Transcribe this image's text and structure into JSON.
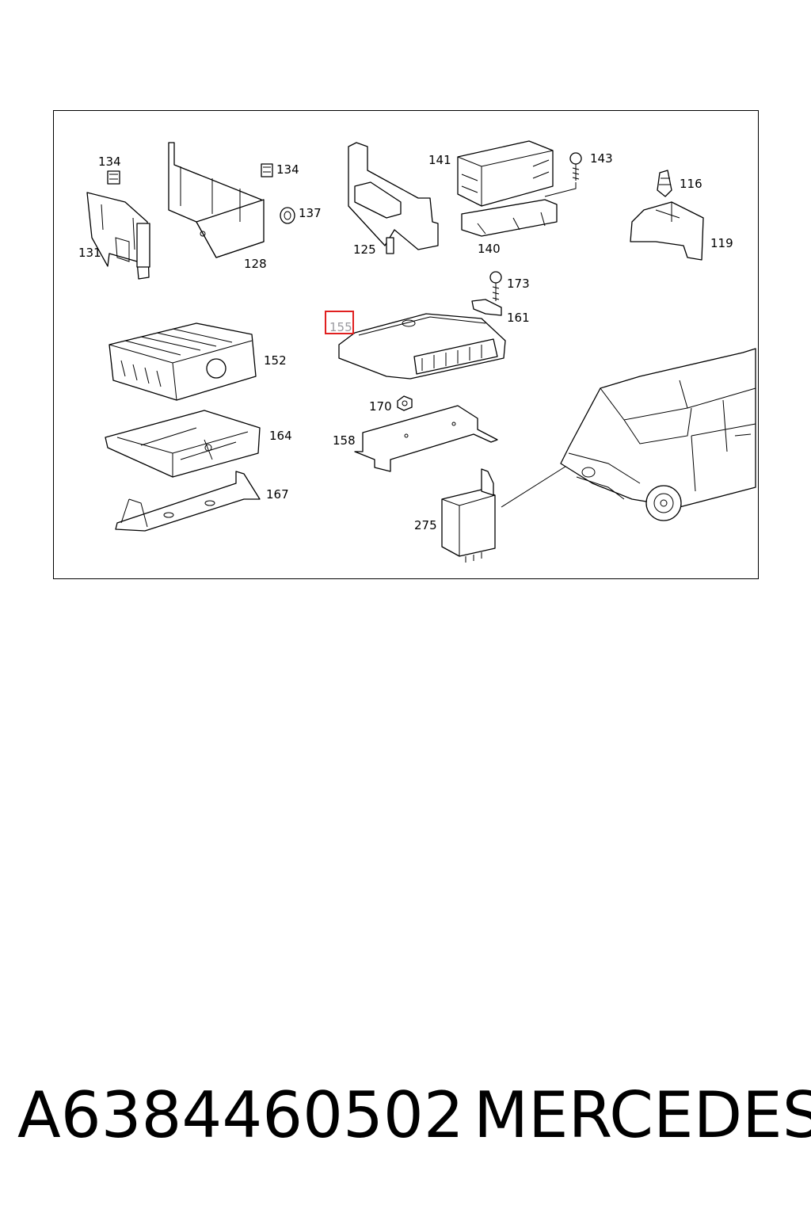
{
  "diagram": {
    "labels": {
      "l134a": "134",
      "l134b": "134",
      "l137": "137",
      "l131": "131",
      "l128": "128",
      "l125": "125",
      "l141": "141",
      "l143": "143",
      "l140": "140",
      "l116": "116",
      "l119": "119",
      "l173": "173",
      "l161": "161",
      "l155": "155",
      "l152": "152",
      "l170": "170",
      "l164": "164",
      "l158": "158",
      "l167": "167",
      "l275": "275"
    },
    "highlight_color": "#e02020",
    "highlighted_label": "155"
  },
  "footer": {
    "part_number": "A6384460502",
    "brand": "MERCEDES"
  }
}
